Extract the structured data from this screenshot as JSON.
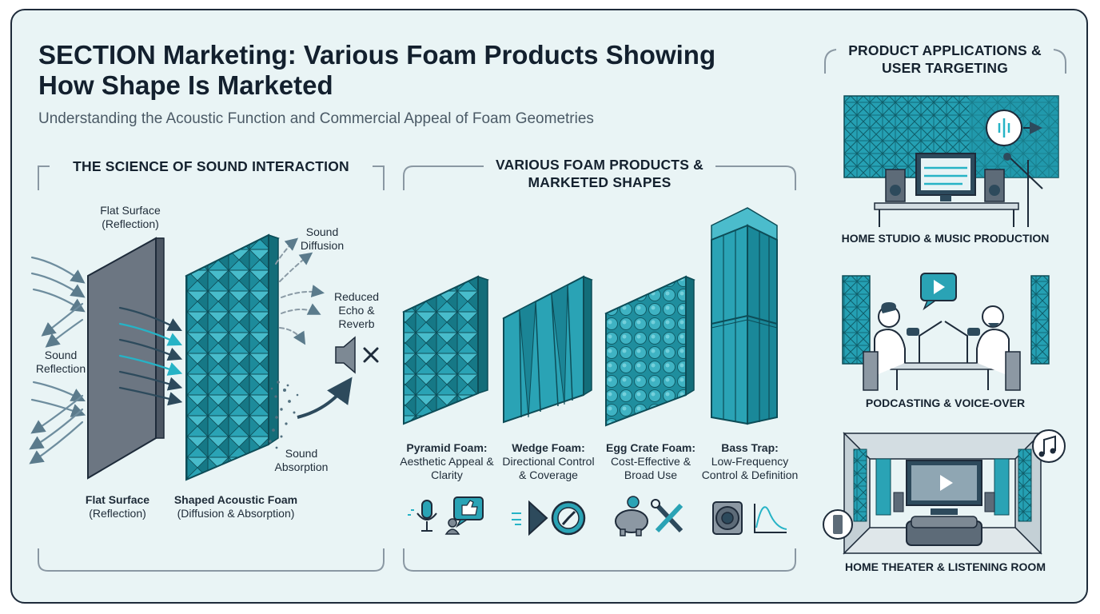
{
  "header": {
    "title": "SECTION Marketing: Various Foam Products Showing How Shape Is Marketed",
    "subtitle": "Understanding the Acoustic Function and Commercial Appeal of Foam Geometries"
  },
  "science": {
    "heading": "THE SCIENCE OF SOUND INTERACTION",
    "flat_top_label": "Flat Surface (Reflection)",
    "sound_reflection": "Sound Reflection",
    "sound_diffusion": "Sound Diffusion",
    "reduced_echo": "Reduced Echo & Reverb",
    "sound_absorption": "Sound Absorption",
    "flat_caption_title": "Flat Surface",
    "flat_caption_sub": "(Reflection)",
    "foam_caption_title": "Shaped Acoustic Foam",
    "foam_caption_sub": "(Diffusion & Absorption)"
  },
  "products": {
    "heading": "VARIOUS FOAM PRODUCTS & MARKETED SHAPES",
    "items": [
      {
        "name": "Pyramid Foam:",
        "desc": "Aesthetic Appeal & Clarity",
        "icons": [
          "microphone-icon",
          "thumbs-up-icon"
        ]
      },
      {
        "name": "Wedge Foam:",
        "desc": "Directional Control & Coverage",
        "icons": [
          "arrow-icon",
          "compass-icon"
        ]
      },
      {
        "name": "Egg Crate Foam:",
        "desc": "Cost-Effective & Broad Use",
        "icons": [
          "piggy-bank-icon",
          "tools-icon"
        ]
      },
      {
        "name": "Bass Trap:",
        "desc": "Low-Frequency Control & Definition",
        "icons": [
          "speaker-icon",
          "waveform-icon"
        ]
      }
    ]
  },
  "applications": {
    "heading": "PRODUCT APPLICATIONS & USER TARGETING",
    "items": [
      {
        "caption": "HOME STUDIO & MUSIC PRODUCTION"
      },
      {
        "caption": "PODCASTING & VOICE-OVER"
      },
      {
        "caption": "HOME THEATER & LISTENING ROOM"
      }
    ]
  },
  "colors": {
    "background": "#e9f4f5",
    "foam": "#2aa3b5",
    "foam_dark": "#15727f",
    "ink": "#1e2b3a"
  }
}
